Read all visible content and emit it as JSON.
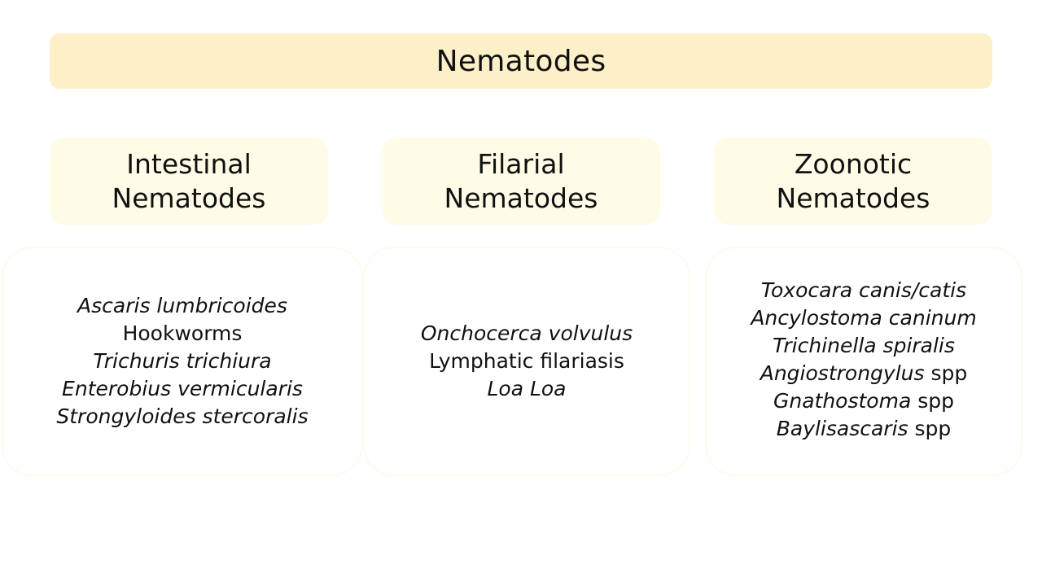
{
  "title": "Nematodes",
  "colors": {
    "title_bg": "#fdf0c8",
    "category_bg": "#fefbe6",
    "text": "#111111"
  },
  "categories": [
    {
      "label": "Intestinal\nNematodes",
      "items": [
        {
          "italic": "Ascaris lumbricoides",
          "plain": ""
        },
        {
          "italic": "",
          "plain": "Hookworms"
        },
        {
          "italic": "Trichuris trichiura",
          "plain": ""
        },
        {
          "italic": "Enterobius vermicularis",
          "plain": ""
        },
        {
          "italic": "Strongyloides stercoralis",
          "plain": ""
        }
      ]
    },
    {
      "label": "Filarial\nNematodes",
      "items": [
        {
          "italic": "Onchocerca volvulus",
          "plain": ""
        },
        {
          "italic": "",
          "plain": "Lymphatic filariasis"
        },
        {
          "italic": "Loa Loa",
          "plain": ""
        }
      ]
    },
    {
      "label": "Zoonotic\nNematodes",
      "items": [
        {
          "italic": "Toxocara canis/catis",
          "plain": ""
        },
        {
          "italic": "Ancylostoma caninum",
          "plain": ""
        },
        {
          "italic": "Trichinella spiralis",
          "plain": ""
        },
        {
          "italic": "Angiostrongylus",
          "plain": " spp"
        },
        {
          "italic": "Gnathostoma",
          "plain": " spp"
        },
        {
          "italic": "Baylisascaris",
          "plain": " spp"
        }
      ]
    }
  ]
}
